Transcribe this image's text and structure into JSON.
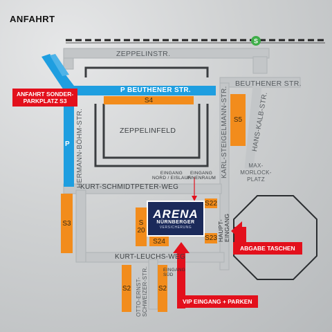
{
  "title": "ANFAHRT",
  "streets": {
    "zeppelinstr": "ZEPPELINSTR.",
    "beuthener_west": "BEUTHENER STR.",
    "beuthener_east": "BEUTHENER STR.",
    "zeppelinfeld": "ZEPPELINFELD",
    "hermann_boehm": "HERMANN-BÖHM-STR.",
    "karl_steigelmann": "KARL-STEIGELMANN-STR.",
    "hans_kalb": "HANS-KALB-STR.",
    "max_morlock": "MAX-MORLOCK-PLATZ",
    "kurt_schmidtpeter": "KURT-SCHMIDTPETER-WEG",
    "kurt_leuchs": "KURT-LEUCHS-WEG",
    "otto_ernst": "OTTO-ERNST-SCHWEIZER-STR."
  },
  "parking_tag": "P",
  "parking_areas": {
    "s2a": "S2",
    "s2b": "S2",
    "s3": "S3",
    "s4": "S4",
    "s5": "S5",
    "s20": "S 20",
    "s22": "S22",
    "s23": "S23",
    "s24": "S24"
  },
  "entrances": {
    "north_line1": "EINGANG",
    "north_line2": "NORD / EISLAUF",
    "inner_line1": "EINGANG",
    "inner_line2": "INNENRAUM",
    "main_line1": "HAUPT-",
    "main_line2": "EINGANG",
    "south_line1": "EINGANG",
    "south_line2": "SÜD"
  },
  "arena": {
    "name": "ARENA",
    "city": "NÜRNBERGER",
    "sub": "VERSICHERUNG"
  },
  "red_labels": {
    "sonderparkplatz_line1": "ANFAHRT SONDER-",
    "sonderparkplatz_line2": "PARKPLATZ S3",
    "abgabe": "ABGABE TASCHEN",
    "vip": "VIP EINGANG + PARKEN"
  },
  "station_icon": "s-bahn-icon",
  "colors": {
    "road": "#c3c6c8",
    "road_edge": "#aeb2b5",
    "blue": "#1e9ee0",
    "orange": "#f28c1c",
    "red": "#e3101c",
    "navy": "#1b2a5a",
    "green": "#3fae49"
  }
}
